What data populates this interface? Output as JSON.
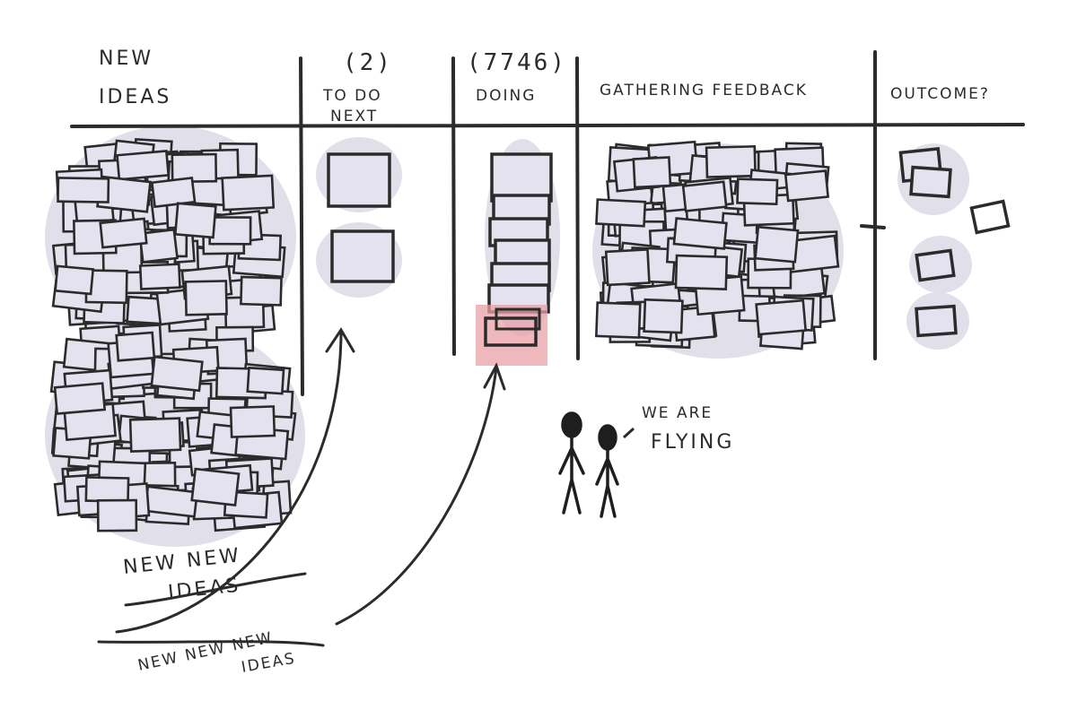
{
  "columns": [
    {
      "id": "new",
      "title_line1": "NEW",
      "title_line2": "IDEAS"
    },
    {
      "id": "todo",
      "limit": "(2)",
      "title_line1": "TO DO",
      "title_line2": "NEXT"
    },
    {
      "id": "doing",
      "limit": "(7746)",
      "title_line1": "DOING"
    },
    {
      "id": "feedback",
      "title_line1": "GATHERING FEEDBACK"
    },
    {
      "id": "outcome",
      "title_line1": "OUTCOME?"
    }
  ],
  "annotations": {
    "new_new_line1": "NEW NEW",
    "new_new_line2": "IDEAS",
    "new3_line1": "NEW NEW NEW",
    "new3_line2": "IDEAS",
    "speech_line1": "WE ARE",
    "speech_line2": "FLYING"
  },
  "colors": {
    "ink": "#2b2b2b",
    "card_fill": "#e4e2ee",
    "blob": "#e1dfea",
    "wip_limit": "#2a2a6e",
    "highlight": "#e8a0a6"
  },
  "icons": [
    "people-figure-icon",
    "arrow-icon"
  ]
}
